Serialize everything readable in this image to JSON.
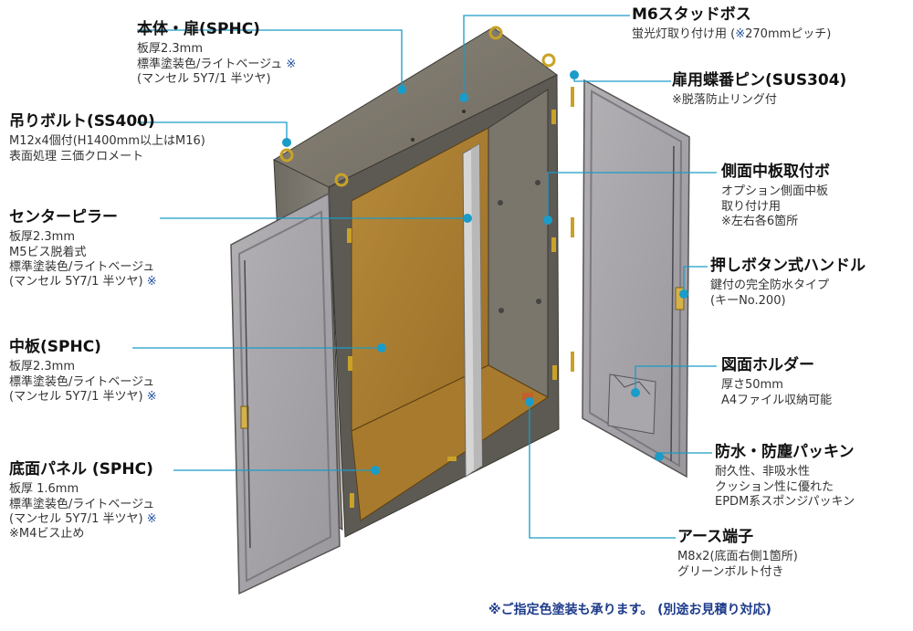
{
  "accent_color": "#1a9cc8",
  "note_color": "#1c3a8a",
  "labels": {
    "body_door": {
      "title": "本体・扉(SPHC)",
      "lines": [
        "板厚2.3mm",
        "標準塗装色/ライトベージュ ※",
        "(マンセル 5Y7/1 半ツヤ)"
      ]
    },
    "eye_bolt": {
      "title": "吊りボルト(SS400)",
      "lines": [
        "M12x4個付(H1400mm以上はM16)",
        "表面処理 三価クロメート"
      ]
    },
    "center_pillar": {
      "title": "センターピラー",
      "lines": [
        "板厚2.3mm",
        "M5ビス脱着式",
        "標準塗装色/ライトベージュ",
        "(マンセル 5Y7/1 半ツヤ) ※"
      ]
    },
    "mid_plate": {
      "title": "中板(SPHC)",
      "lines": [
        "板厚2.3mm",
        "標準塗装色/ライトベージュ",
        "(マンセル 5Y7/1 半ツヤ) ※"
      ]
    },
    "bottom_panel": {
      "title": "底面パネル (SPHC)",
      "lines": [
        "板厚 1.6mm",
        "標準塗装色/ライトベージュ",
        "(マンセル 5Y7/1 半ツヤ) ※",
        "※M4ビス止め"
      ]
    },
    "stud_bolt": {
      "title": "M6スタッドボス",
      "lines": [
        "蛍光灯取り付け用 (※270mmピッチ)"
      ]
    },
    "hinge_pin": {
      "title": "扉用蝶番ピン(SUS304)",
      "lines": [
        "※脱落防止リング付"
      ]
    },
    "side_boss": {
      "title": "側面中板取付ボ",
      "lines": [
        "オプション側面中板",
        "取り付け用",
        "※左右各6箇所"
      ]
    },
    "handle": {
      "title": "押しボタン式ハンドル",
      "lines": [
        "鍵付の完全防水タイプ",
        "(キーNo.200)"
      ]
    },
    "holder": {
      "title": "図面ホルダー",
      "lines": [
        "厚さ50mm",
        "A4ファイル収納可能"
      ]
    },
    "gasket": {
      "title": "防水・防塵パッキン",
      "lines": [
        "耐久性、非吸水性",
        "クッション性に優れた",
        "EPDM系スポンジパッキン"
      ]
    },
    "earth": {
      "title": "アース端子",
      "lines": [
        "M8x2(底面右側1箇所)",
        "グリーンボルト付き"
      ]
    }
  },
  "footer_note": "※ご指定色塗装も承ります。 (別途お見積り対応)",
  "icons": [
    "eye-bolt-icon",
    "hinge-pin-icon",
    "lock-handle-icon",
    "hinge-icon",
    "screw-icon"
  ]
}
